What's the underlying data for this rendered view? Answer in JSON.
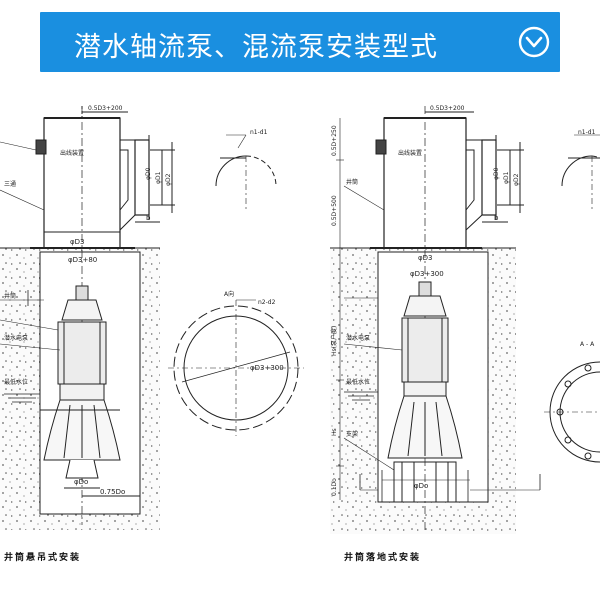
{
  "banner": {
    "title": "潜水轴流泵、混流泵安装型式",
    "icon": "chevron-down-circle-icon",
    "color": "#1a8fe0"
  },
  "left": {
    "caption": "井筒悬吊式安装",
    "dim_top": "0.5D3+200",
    "outlet_diam_label": "φD3",
    "outlet_diam_label2": "φD3+80",
    "d0": "φD0",
    "d1": "φD1",
    "d2": "φD2",
    "b": "b",
    "base_label": "φDo",
    "offset_label": "0.75Do",
    "notes": [
      "出线装置",
      "三通",
      "井筒",
      "潜水电泵",
      "最低水位"
    ],
    "flange": {
      "n_label": "n1-d1",
      "bolt_label": "n2-d2",
      "circle_label": "φD3+300",
      "section": "A向"
    }
  },
  "right": {
    "caption": "井筒落地式安装",
    "dim_top": "0.5D3+200",
    "dim_side": [
      "0.5D+250",
      "0.5D+500"
    ],
    "outlet_diam_label": "φD3",
    "outlet_diam_label2": "φD3+300",
    "d0": "φD0",
    "d1": "φD1",
    "d2": "φD2",
    "b": "b",
    "base_label": "φDo",
    "height_labels": [
      "Hs",
      "Hs(泵户度)",
      "0.1Do"
    ],
    "notes": [
      "出线装置",
      "井筒",
      "潜水电泵",
      "最低水位",
      "支架"
    ],
    "flange": {
      "n_label": "n1-d1",
      "section": "A - A"
    }
  }
}
